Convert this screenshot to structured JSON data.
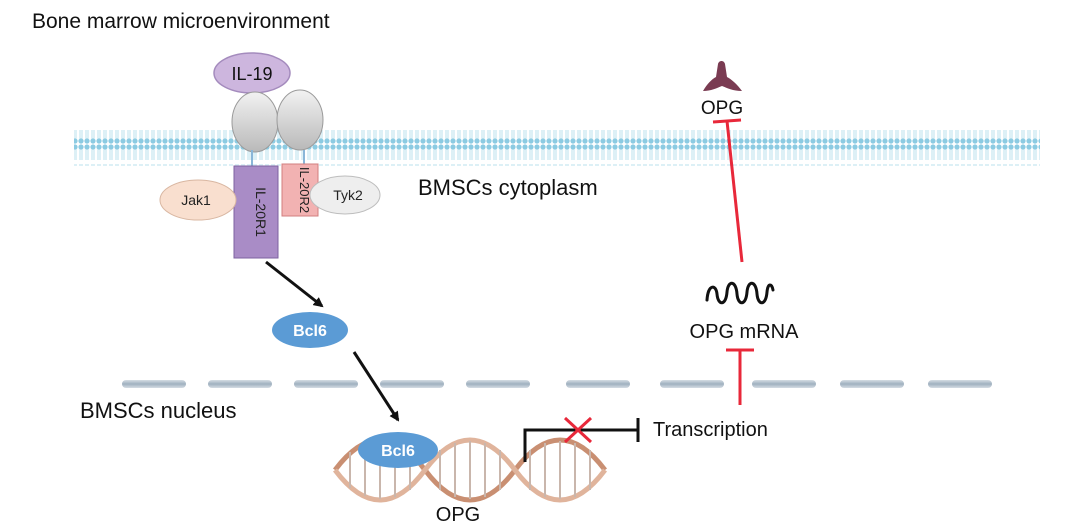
{
  "title": "Bone marrow microenvironment",
  "cytokine": {
    "label": "IL-19",
    "color": "#cdb6de"
  },
  "receptors": {
    "r1": {
      "label": "IL-20R1",
      "color": "#a98cc6"
    },
    "r2": {
      "label": "IL-20R2",
      "color": "#f2b2b2"
    }
  },
  "kinases": {
    "jak1": {
      "label": "Jak1",
      "color": "#f9dfcf"
    },
    "tyk2": {
      "label": "Tyk2",
      "color": "#eeeeee"
    }
  },
  "compartments": {
    "cytoplasm": "BMSCs cytoplasm",
    "nucleus": "BMSCs nucleus"
  },
  "bcl6": {
    "label": "Bcl6",
    "color": "#5b9bd5"
  },
  "opg_protein": {
    "label": "OPG",
    "color": "#7a3b52"
  },
  "opg_mrna": {
    "label": "OPG mRNA"
  },
  "opg_gene": {
    "label": "OPG"
  },
  "transcription": {
    "label": "Transcription"
  },
  "colors": {
    "inhibition": "#e8283a",
    "membrane": "#9fd6ea",
    "nuclear_envelope": "#b8c7d3",
    "arrow": "#111111",
    "dna": "#d2a48a"
  }
}
